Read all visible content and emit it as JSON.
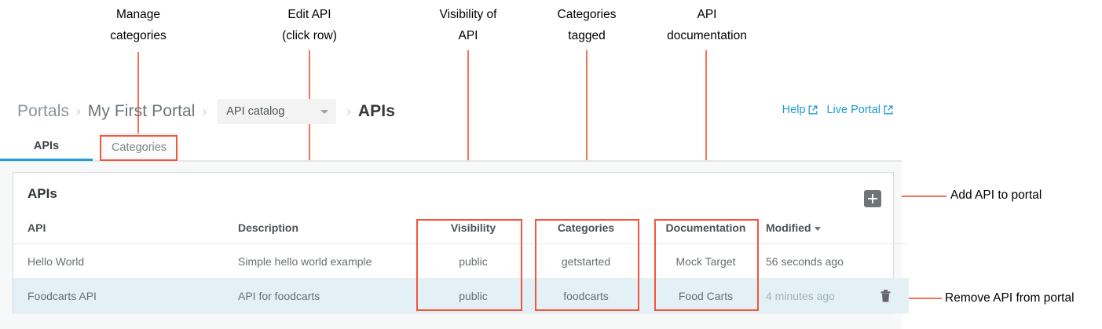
{
  "annotations": {
    "callouts": [
      {
        "id": "manage-categories",
        "text": "Manage\ncategories"
      },
      {
        "id": "edit-api",
        "text": "Edit API\n(click row)"
      },
      {
        "id": "visibility-of-api",
        "text": "Visibility of\nAPI"
      },
      {
        "id": "categories-tagged",
        "text": "Categories\ntagged"
      },
      {
        "id": "api-documentation",
        "text": "API\ndocumentation"
      },
      {
        "id": "add-api-to-portal",
        "text": "Add API to portal"
      },
      {
        "id": "remove-api-from-portal",
        "text": "Remove API from portal"
      }
    ],
    "line_color": "#f4735b",
    "box_color": "#f4553c"
  },
  "breadcrumb": {
    "root": "Portals",
    "portal": "My First Portal",
    "catalog_select": "API catalog",
    "current": "APIs",
    "separator": "›"
  },
  "header_links": [
    {
      "label": "Help",
      "icon": "external-link-icon"
    },
    {
      "label": "Live Portal",
      "icon": "external-link-icon"
    }
  ],
  "tabs": [
    {
      "id": "apis",
      "label": "APIs",
      "active": true
    },
    {
      "id": "categories",
      "label": "Categories",
      "active": false
    }
  ],
  "card": {
    "title": "APIs",
    "add_button_icon": "plus-icon",
    "delete_button_icon": "trash-icon"
  },
  "table": {
    "columns": [
      {
        "key": "api",
        "label": "API"
      },
      {
        "key": "description",
        "label": "Description"
      },
      {
        "key": "visibility",
        "label": "Visibility"
      },
      {
        "key": "categories",
        "label": "Categories"
      },
      {
        "key": "documentation",
        "label": "Documentation"
      },
      {
        "key": "modified",
        "label": "Modified",
        "sorted": true,
        "sort_dir": "desc"
      }
    ],
    "rows": [
      {
        "api": "Hello World",
        "description": "Simple hello world example",
        "visibility": "public",
        "categories": "getstarted",
        "documentation": "Mock Target",
        "modified": "56 seconds ago",
        "selected": false
      },
      {
        "api": "Foodcarts API",
        "description": "API for foodcarts",
        "visibility": "public",
        "categories": "foodcarts",
        "documentation": "Food Carts",
        "modified": "4 minutes ago",
        "selected": true
      }
    ]
  },
  "colors": {
    "accent_blue": "#1f9bd6",
    "selected_row": "#e3f0f5",
    "annotation_red": "#f4553c",
    "panel_bg": "#f7f8f8"
  }
}
